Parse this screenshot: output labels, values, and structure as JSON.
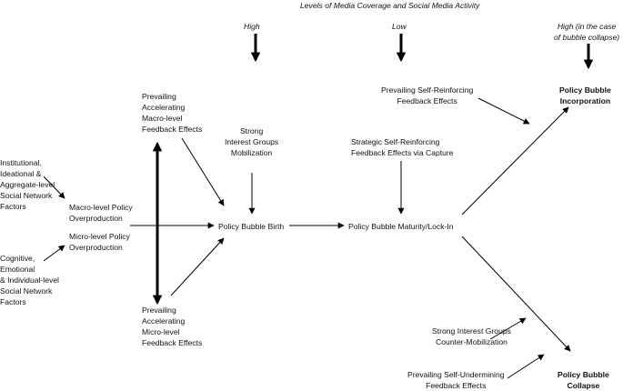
{
  "header": {
    "title": "Levels of Media Coverage and Social Media Activity",
    "levels": [
      "High",
      "Low",
      "High (in the case\nof bubble collapse)"
    ]
  },
  "nodes": {
    "institutional_factors": "Institutional,\nIdeational &\nAggregate-level\nSocial Network\nFactors",
    "cognitive_factors": "Cognitive,\nEmotional\n& Individual-level\nSocial Network\nFactors",
    "macro_overproduction": "Macro-level Policy\nOverproduction",
    "micro_overproduction": "Micro-level Policy\nOverproduction",
    "macro_feedback": "Prevailing\nAccelerating\nMacro-level\nFeedback Effects",
    "micro_feedback": "Prevailing\nAccelerating\nMicro-level\nFeedback Effects",
    "interest_mobilization": "Strong\nInterest Groups\nMobilization",
    "bubble_birth": "Policy Bubble Birth",
    "strategic_feedback": "Strategic Self-Reinforcing\nFeedback Effects via Capture",
    "maturity": "Policy Bubble Maturity/Lock-In",
    "self_reinforcing": "Prevailing Self-Reinforcing\nFeedback Effects",
    "incorporation": "Policy Bubble\nIncorporation",
    "counter_mobilization": "Strong Interest Groups\nCounter-Mobilization",
    "self_undermining": "Prevailing Self-Undermining\nFeedback Effects",
    "collapse": "Policy Bubble\nCollapse"
  }
}
